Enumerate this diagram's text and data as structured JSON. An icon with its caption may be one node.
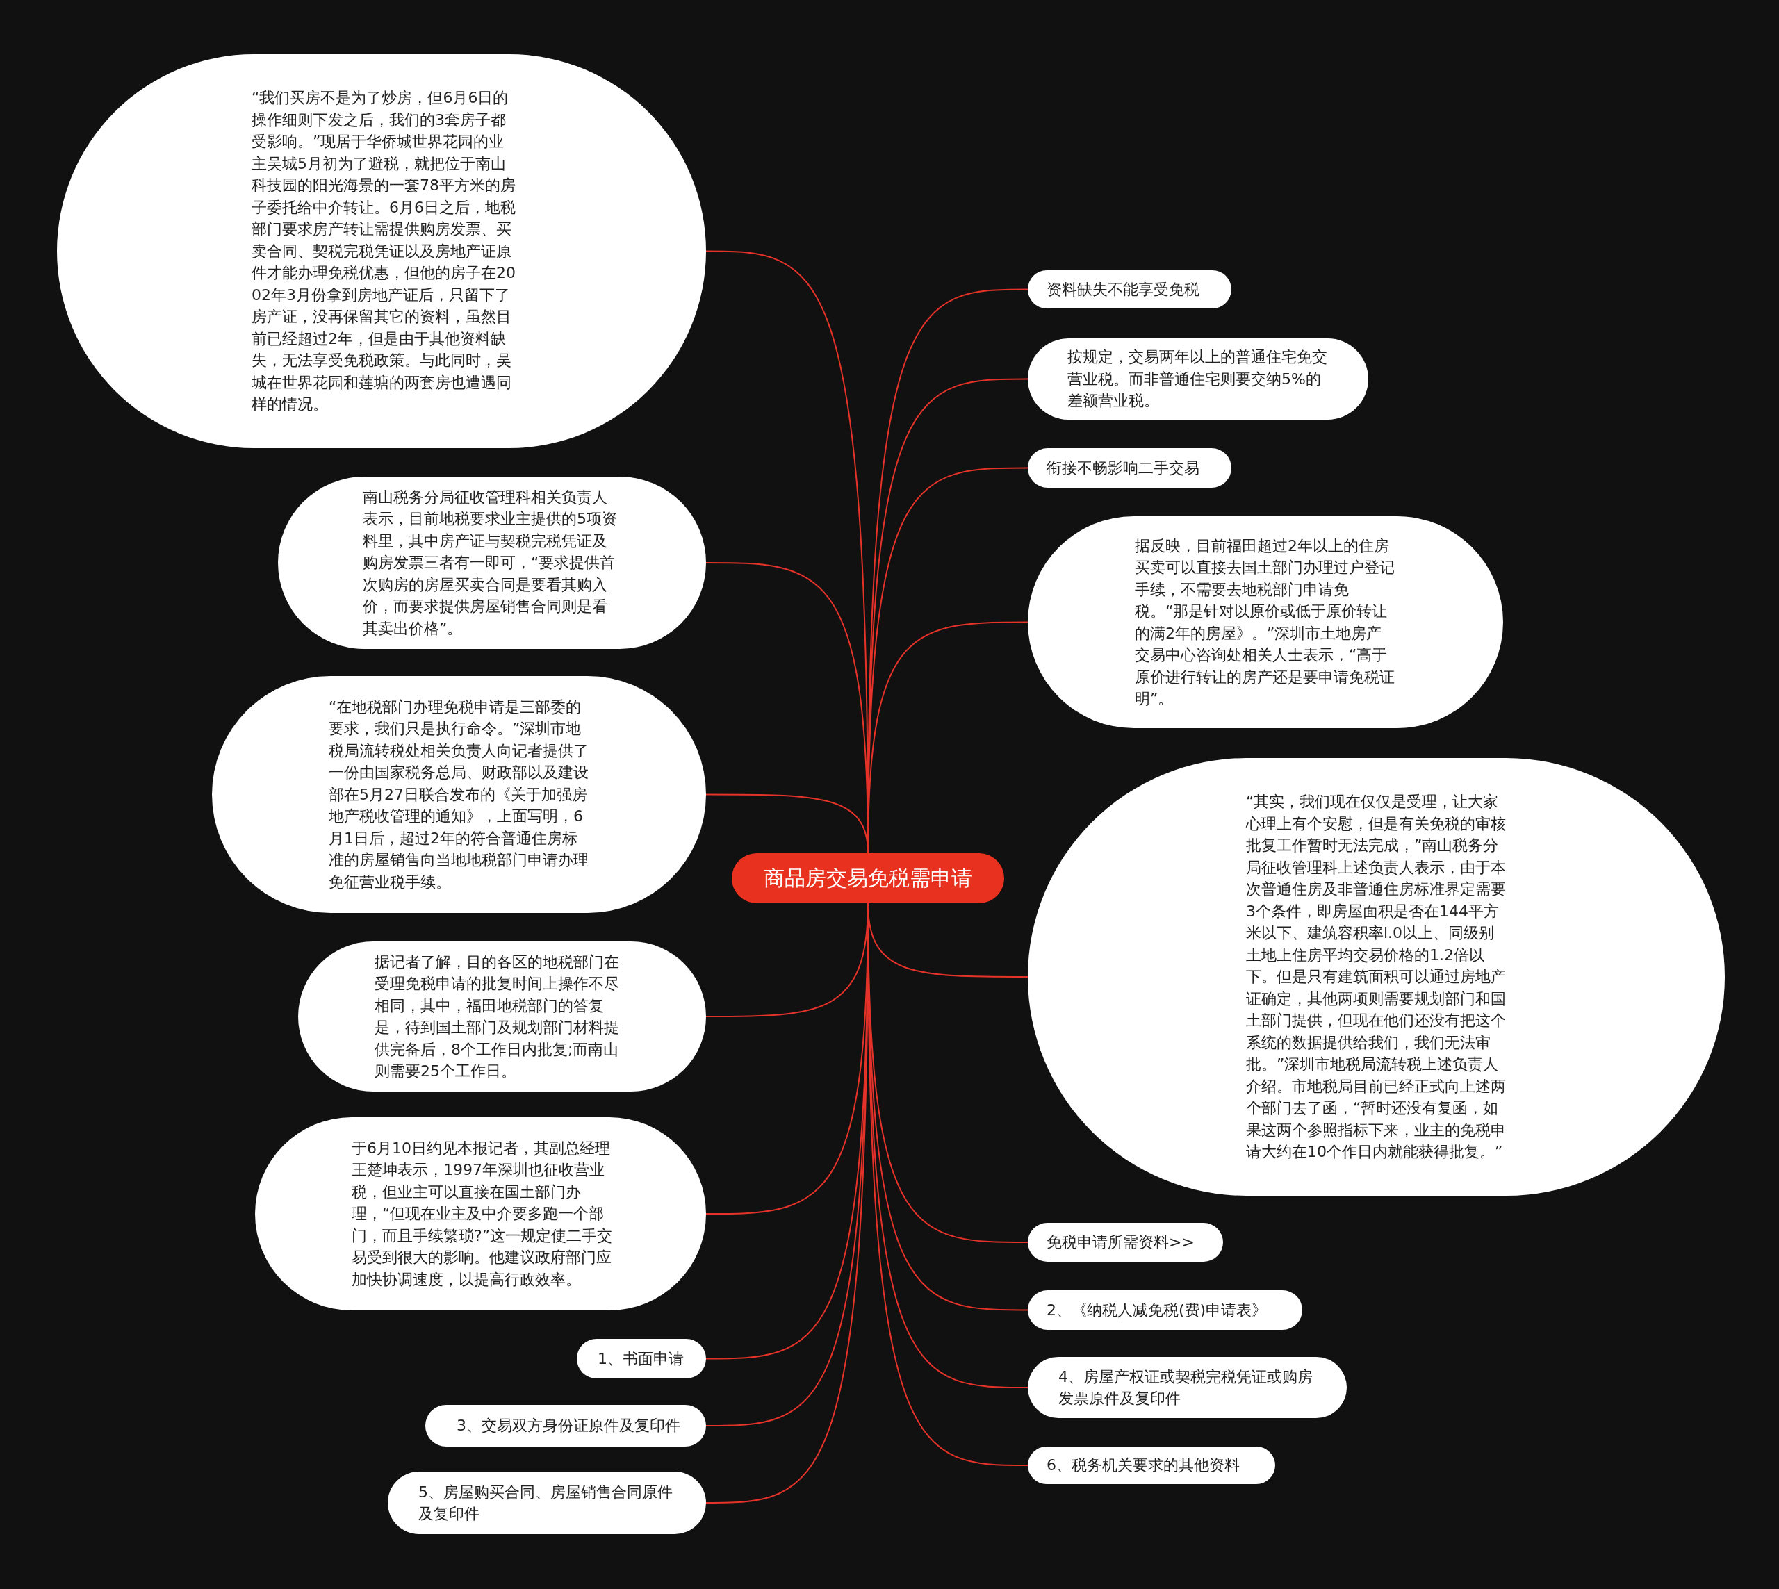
{
  "diagram": {
    "nodes": [
      {
        "text": [
          "商品房交易免税需申请"
        ]
      },
      {
        "text": [
          "“我们买房不是为了炒房，但6月6日的操作细则下发之后，我们的3套房子都受影响。”现居于华侨城世界花园的业主吴城5月初为了避税，就把位于南山科技园的阳光海景的一套78平方米的房子委托给中介转让。6月6日之后，地税部门要求房产转让需提供购房发票、买卖合同、契税完税凭证以及房地产证原件才能办理免税优惠，但他的房子在2002年3月份拿到房地产证后，只留下了房产证，没再保留其它的资料，虽然目前已经超过2年，但是由于其他资料缺失，无法享受免税政策。与此同时，吴城在世界花园和莲塘的两套房也遭遇同样的情况。"
        ]
      },
      {
        "text": [
          "南山税务分局征收管理科相关负责人表示，目前地税要求业主提供的5项资料里，其中房产证与契税完税凭证及购房发票三者有一即可，“要求提供首次购房的房屋买卖合同是要看其购入价，而要求提供房屋销售合同则是看其卖出价格”。"
        ]
      },
      {
        "text": [
          "“在地税部门办理免税申请是三部委的要求，我们只是执行命令。”深圳市地税局流转税处相关负责人向记者提供了一份由国家税务总局、财政部以及建设部在5月27日联合发布的《关于加强房地产税收管理的通知》，上面写明，6月1日后，超过2年的符合普通住房标准的房屋销售向当地地税部门申请办理免征营业税手续。"
        ]
      },
      {
        "text": [
          "据记者了解，目的各区的地税部门在受理免税申请的批复时间上操作不尽相同，其中，福田地税部门的答复是，待到国土部门及规划部门材料提供完备后，8个工作日内批复;而南山则需要25个工作日。"
        ]
      },
      {
        "text": [
          "于6月10日约见本报记者，其副总经理王楚坤表示，1997年深圳也征收营业税，但业主可以直接在国土部门办理，“但现在业主及中介要多跑一个部门，而且手续繁琐?”这一规定使二手交易受到很大的影响。他建议政府部门应加快协调速度，以提高行政效率。"
        ]
      },
      {
        "text": [
          "1、书面申请"
        ]
      },
      {
        "text": [
          "3、交易双方身份证原件及复印件"
        ]
      },
      {
        "text": [
          "5、房屋购买合同、房屋销售合同原件及复印件"
        ]
      },
      {
        "text": [
          "资料缺失不能享受免税"
        ]
      },
      {
        "text": [
          "按规定，交易两年以上的普通住宅免交营业税。而非普通住宅则要交纳5%的差额营业税。"
        ]
      },
      {
        "text": [
          "衔接不畅影响二手交易"
        ]
      },
      {
        "text": [
          "据反映，目前福田超过2年以上的住房买卖可以直接去国土部门办理过户登记手续，不需要去地税部门申请免税。“那是针对以原价或低于原价转让的满2年的房屋》。”深圳市土地房产交易中心咨询处相关人士表示，“高于原价进行转让的房产还是要申请免税证明”。"
        ]
      },
      {
        "text": [
          "“其实，我们现在仅仅是受理，让大家心理上有个安慰，但是有关免税的审核批复工作暂时无法完成，”南山税务分局征收管理科上述负责人表示，由于本次普通住房及非普通住房标准界定需要3个条件，即房屋面积是否在144平方米以下、建筑容积率l.0以上、同级别土地上住房平均交易价格的1.2倍以下。但是只有建筑面积可以通过房地产证确定，其他两项则需要规划部门和国土部门提供，但现在他们还没有把这个系统的数据提供给我们，我们无法审批。”深圳市地税局流转税上述负责人介绍。市地税局目前已经正式向上述两个部门去了函，“暂时还没有复函，如果这两个参照指标下来，业主的免税申请大约在10个作日内就能获得批复。”"
        ]
      },
      {
        "text": [
          "免税申请所需资料>>"
        ]
      },
      {
        "text": [
          "2、《纳税人减免税(费)申请表》"
        ]
      },
      {
        "text": [
          "4、房屋产权证或契税完税凭证或购房发票原件及复印件"
        ]
      },
      {
        "text": [
          "6、税务机关要求的其他资料"
        ]
      }
    ],
    "edges": [
      {
        "from": 0,
        "to": 1,
        "arrow": "none"
      },
      {
        "from": 0,
        "to": 2,
        "arrow": "none"
      },
      {
        "from": 0,
        "to": 3,
        "arrow": "none"
      },
      {
        "from": 0,
        "to": 4,
        "arrow": "none"
      },
      {
        "from": 0,
        "to": 5,
        "arrow": "none"
      },
      {
        "from": 0,
        "to": 6,
        "arrow": "none"
      },
      {
        "from": 0,
        "to": 7,
        "arrow": "none"
      },
      {
        "from": 0,
        "to": 8,
        "arrow": "none"
      },
      {
        "from": 0,
        "to": 9,
        "arrow": "none"
      },
      {
        "from": 0,
        "to": 10,
        "arrow": "none"
      },
      {
        "from": 0,
        "to": 11,
        "arrow": "none"
      },
      {
        "from": 0,
        "to": 12,
        "arrow": "none"
      },
      {
        "from": 0,
        "to": 13,
        "arrow": "none"
      },
      {
        "from": 0,
        "to": 14,
        "arrow": "none"
      },
      {
        "from": 0,
        "to": 15,
        "arrow": "none"
      },
      {
        "from": 0,
        "to": 16,
        "arrow": "none"
      },
      {
        "from": 0,
        "to": 17,
        "arrow": "none"
      }
    ]
  }
}
